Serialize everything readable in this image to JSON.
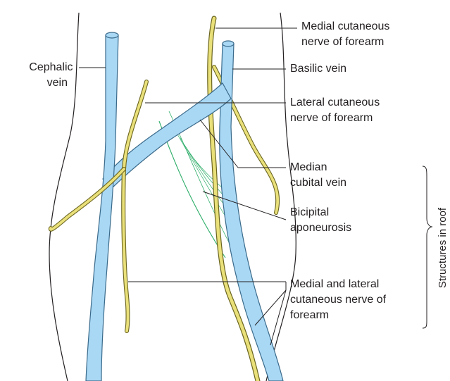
{
  "figure": {
    "labels": {
      "cephalic_vein": [
        "Cephalic",
        "vein"
      ],
      "medial_cutaneous_nerve": [
        "Medial cutaneous",
        "nerve of forearm"
      ],
      "basilic_vein": [
        "Basilic vein"
      ],
      "lateral_cutaneous_nerve": [
        "Lateral cutaneous",
        "nerve of forearm"
      ],
      "median_cubital_vein": [
        "Median",
        "cubital vein"
      ],
      "bicipital_aponeurosis": [
        "Bicipital",
        "aponeurosis"
      ],
      "medial_lateral_cutaneous": [
        "Medial and lateral",
        "cutaneous nerve of",
        "forearm"
      ],
      "structures_in_roof": "Structures in roof"
    },
    "colors": {
      "vein_fill": "#a9d8f5",
      "vein_outline": "#3a6a8a",
      "nerve_fill": "#e9e07a",
      "nerve_outline": "#6b6520",
      "aponeurosis": "#2fae6a",
      "outline": "#231f20"
    }
  }
}
